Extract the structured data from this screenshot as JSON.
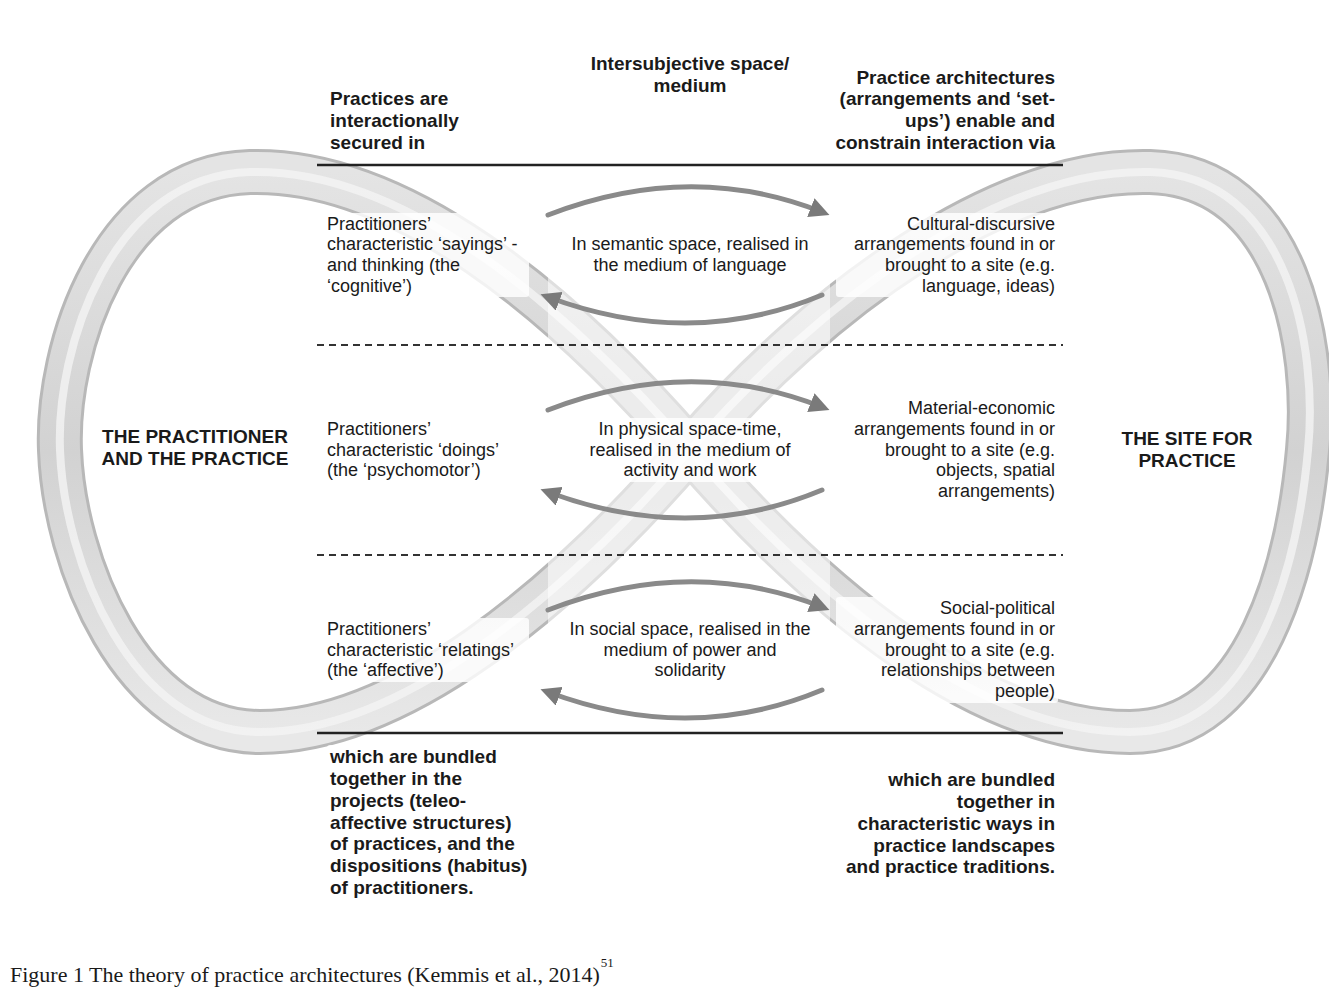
{
  "diagram": {
    "caption": "Figure 1 The theory of practice architectures (Kemmis et al., 2014)",
    "labels": [
      "Practices are interactionally secured in",
      "Intersubjective space/ medium",
      "Practice architectures (arrangements and ‘set-ups’) enable and constrain interaction via",
      "Practitioners’ characteristic ‘sayings’ - and thinking (the ‘cognitive’)",
      "In semantic space, realised in the medium of language",
      "Cultural-discursive arrangements found in or brought to a site (e.g. language, ideas)",
      "THE PRACTITIONER AND THE PRACTICE",
      "Practitioners’ characteristic ‘doings’ (the ‘psychomotor’)",
      "In physical space-time, realised in the medium of activity and work",
      "Material-economic arrangements found in or brought to a site (e.g. objects, spatial arrangements)",
      "THE SITE FOR PRACTICE",
      "Practitioners’ characteristic ‘relatings’ (the ‘affective’)",
      "In social space, realised in the medium of power and solidarity",
      "Social-political arrangements found in or brought to a site (e.g. relationships between people)",
      "which are bundled together in the projects (teleo-affective structures) of practices, and the dispositions (habitus) of practitioners.",
      "which are bundled together in characteristic ways in practice landscapes and practice traditions.",
      "51"
    ]
  }
}
